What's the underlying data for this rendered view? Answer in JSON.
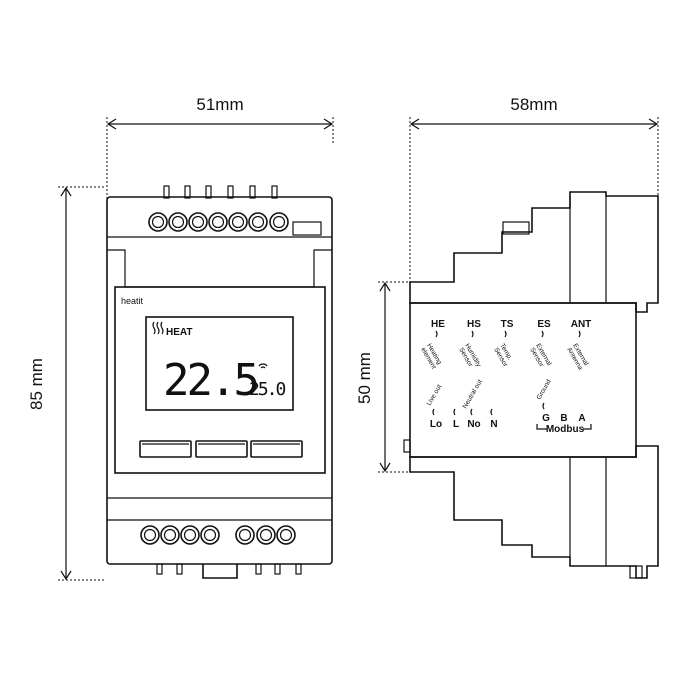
{
  "dimensions": {
    "width_front": "51mm",
    "width_side": "58mm",
    "height_front": "85 mm",
    "height_side": "50 mm"
  },
  "front": {
    "brand": "heatit",
    "display_heat_label": "HEAT",
    "display_main": "22.5",
    "display_secondary": "25.0"
  },
  "side": {
    "top_terminals": [
      {
        "code": "HE",
        "desc1": "Heating",
        "desc2": "element"
      },
      {
        "code": "HS",
        "desc1": "Humidity",
        "desc2": "Sensor"
      },
      {
        "code": "TS",
        "desc1": "Temp.",
        "desc2": "Sensor"
      },
      {
        "code": "ES",
        "desc1": "External",
        "desc2": "Sensor"
      },
      {
        "code": "ANT",
        "desc1": "External",
        "desc2": "Antenna"
      }
    ],
    "live_out": "Live out",
    "neutral_out": "Neutral out",
    "ground": "Ground",
    "bottom_terminals": [
      "Lo",
      "L",
      "No",
      "N"
    ],
    "modbus_terminals": [
      "G",
      "B",
      "A"
    ],
    "modbus_label": "Modbus"
  },
  "colors": {
    "line": "#111111",
    "background": "#ffffff"
  }
}
